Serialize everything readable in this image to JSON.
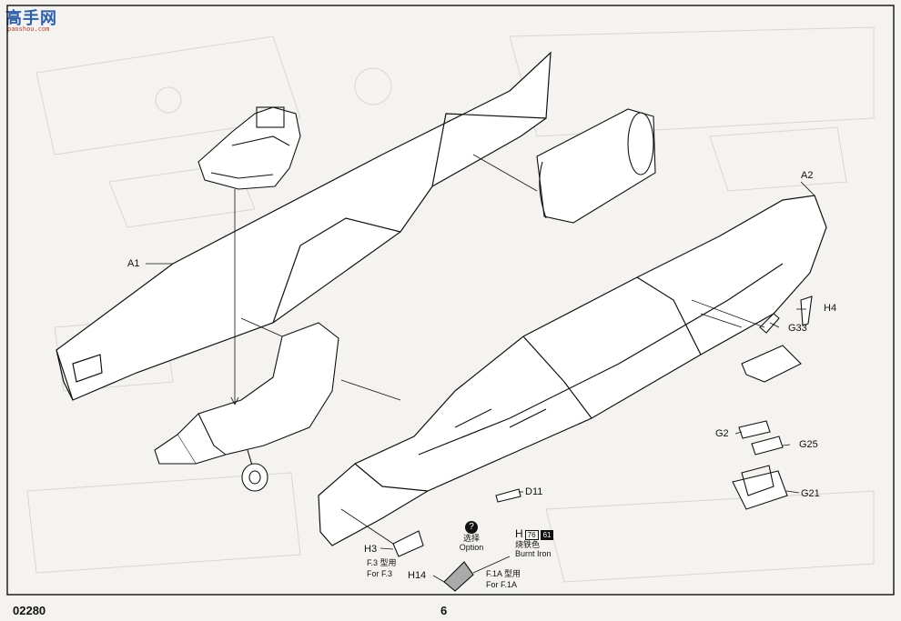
{
  "logo": {
    "text": "高手网",
    "url": "paoshou.com"
  },
  "parts": {
    "a1": "A1",
    "a2": "A2",
    "h4": "H4",
    "g33": "G33",
    "g2": "G2",
    "g25": "G25",
    "g21": "G21",
    "d11": "D11",
    "h3": "H3",
    "h14": "H14"
  },
  "notes": {
    "f3_cn": "F.3 型用",
    "f3_en": "For F.3",
    "f1a_cn": "F.1A 型用",
    "f1a_en": "For F.1A",
    "option_icon": "?",
    "option_cn": "选择",
    "option_en": "Option",
    "paint_letter": "H",
    "paint_code1": "76",
    "paint_code2": "61",
    "paint_cn": "烧铁色",
    "paint_en": "Burnt Iron"
  },
  "footer": {
    "code": "02280",
    "page": "6"
  },
  "colors": {
    "ink": "#111111",
    "paper": "#f4f3f0",
    "ghost": "#d8d6d2"
  }
}
